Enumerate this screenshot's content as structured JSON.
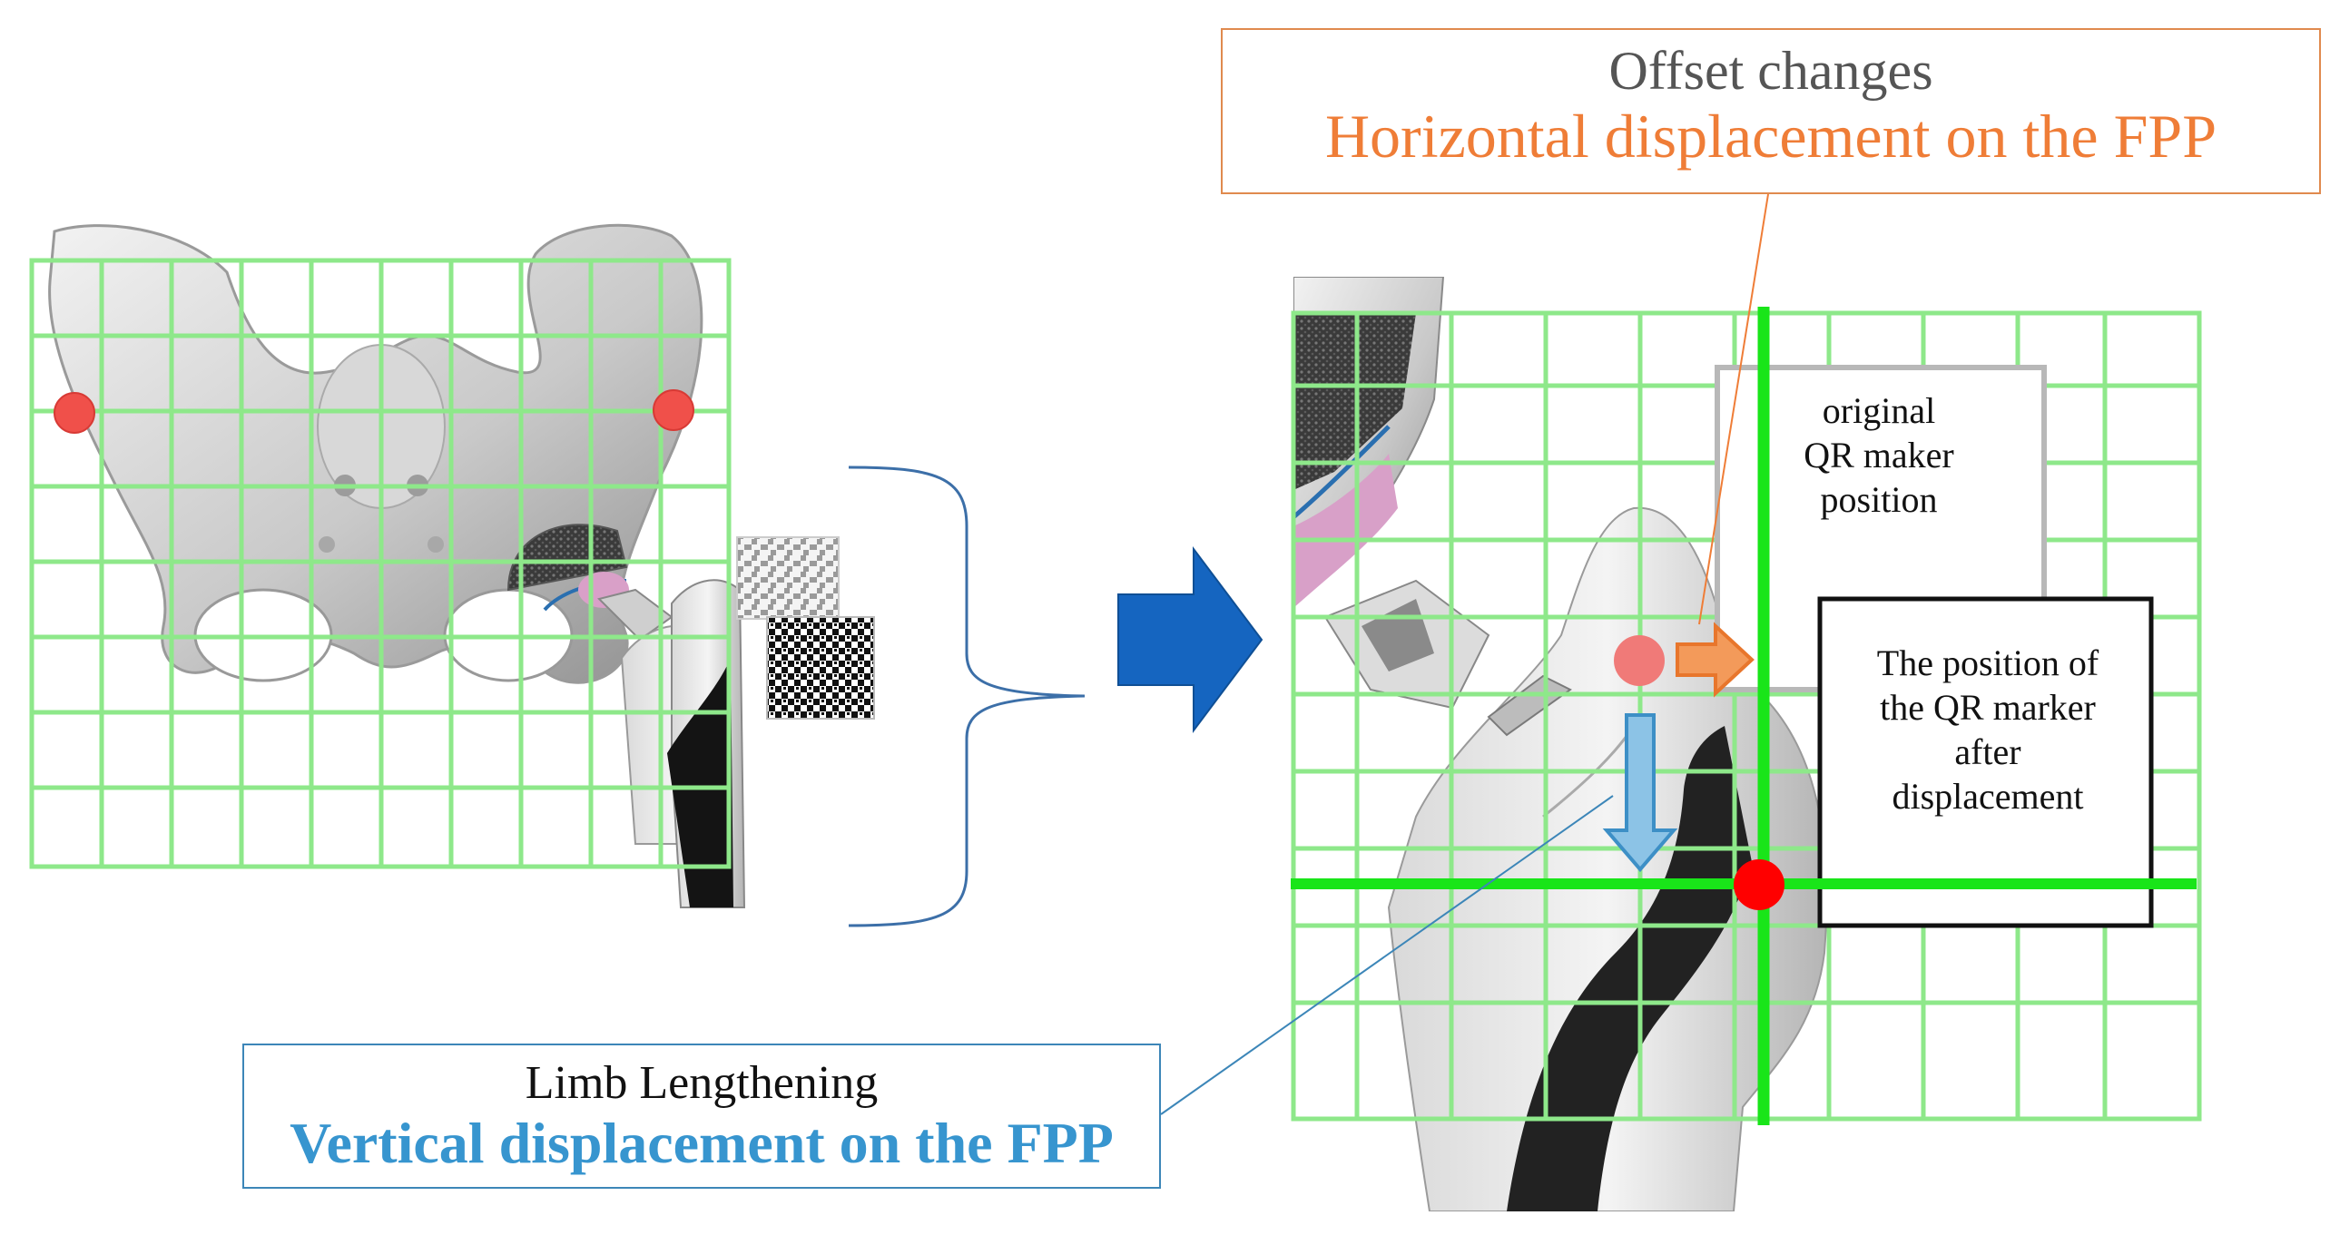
{
  "offset_callout": {
    "title": "Offset changes",
    "subtitle": "Horizontal displacement on the FPP"
  },
  "limb_callout": {
    "title": "Limb Lengthening",
    "subtitle": "Vertical displacement on the FPP"
  },
  "original_marker_label": [
    "original",
    "QR maker",
    "position"
  ],
  "after_marker_label": [
    "The position of",
    "the QR marker",
    "after",
    "displacement"
  ],
  "colors": {
    "grid": "#8ee88a",
    "reference_line": "#19e519",
    "marker_original": "#f07a78",
    "marker_after": "#ff0000",
    "offset_arrow": "#f39a5a",
    "limb_arrow": "#5aa7d8",
    "transition_arrow": "#1565c0",
    "offset_accent": "#ef7d37",
    "limb_accent": "#3795cf"
  }
}
